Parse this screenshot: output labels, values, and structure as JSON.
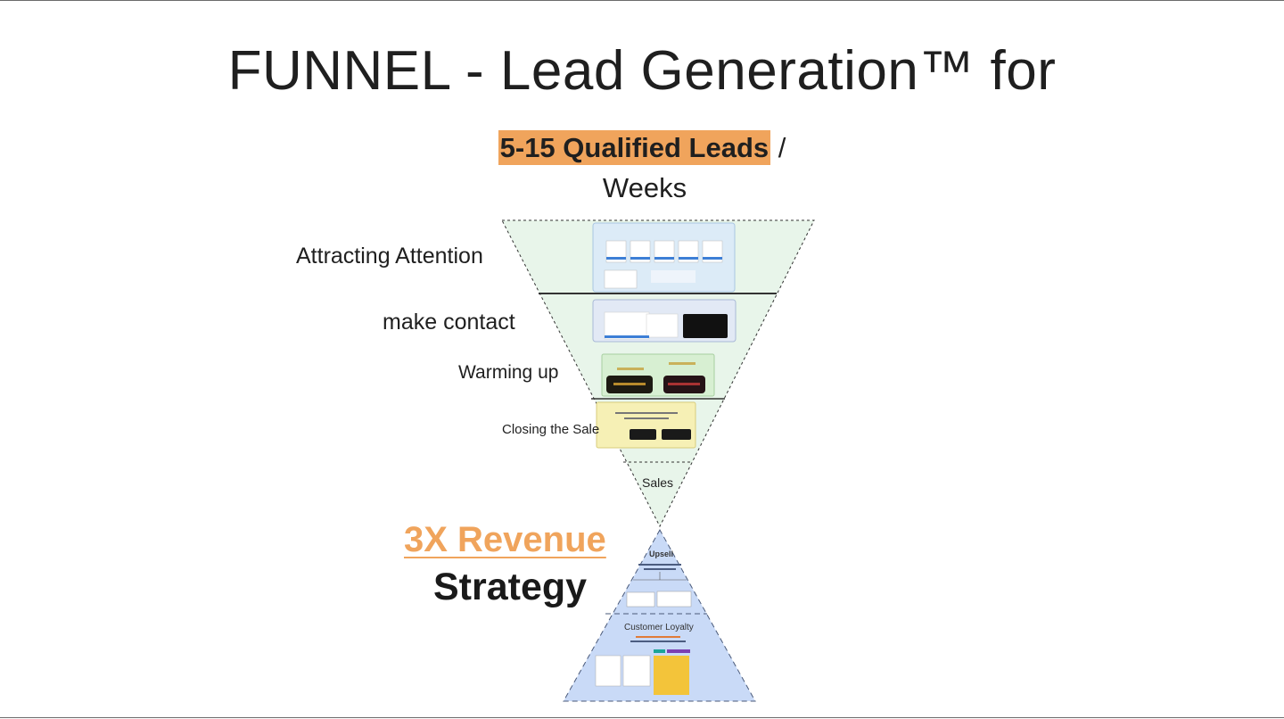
{
  "title": "FUNNEL - Lead Generation™ for",
  "subtitle": {
    "highlight": "5-15 Qualified Leads",
    "after": " /",
    "line2": "Weeks"
  },
  "funnel": {
    "stages": [
      {
        "label": "Attracting Attention"
      },
      {
        "label": "make contact"
      },
      {
        "label": "Warming up"
      },
      {
        "label": "Closing the Sale"
      },
      {
        "label": "Sales"
      }
    ],
    "fill_color": "#e8f5ea"
  },
  "revenue": {
    "heading": "3X Revenue",
    "subheading": "Strategy",
    "accent_color": "#f0a45c",
    "stages": [
      {
        "label": "Upsell"
      },
      {
        "label": "Customer Loyalty"
      }
    ],
    "fill_color": "#c9daf7"
  }
}
